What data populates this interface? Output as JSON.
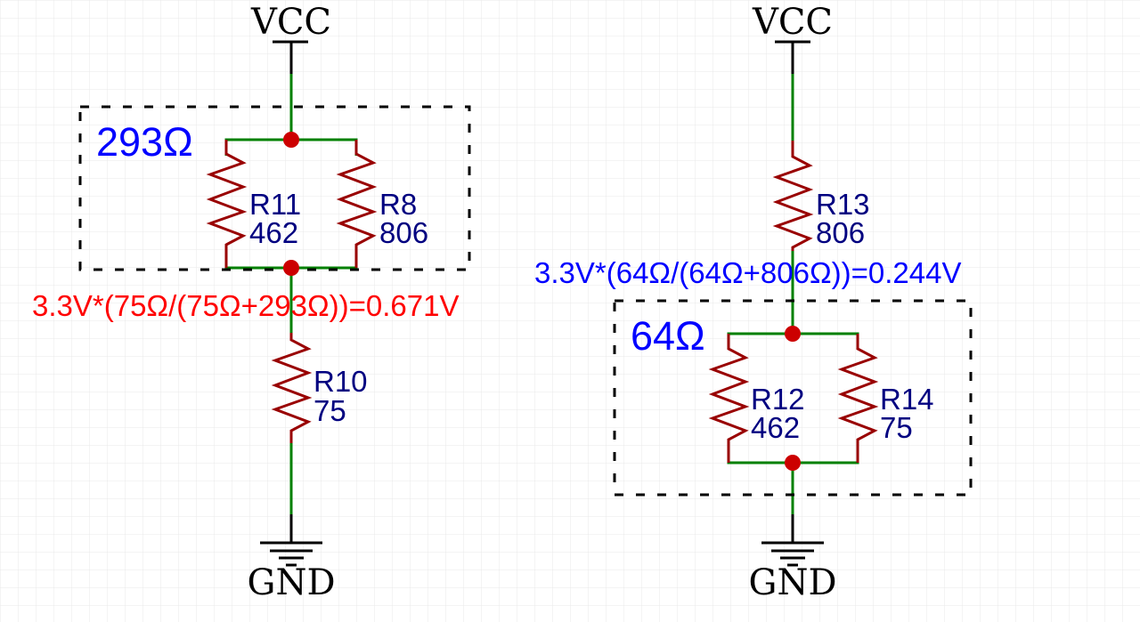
{
  "colors": {
    "grid": "#e8e8e8",
    "wire": "#008000",
    "resistor": "#990000",
    "junction": "#cc0000",
    "symbol": "#000000",
    "component_text": "#000080",
    "annotation_red": "#ff0000",
    "annotation_blue": "#0000ff"
  },
  "left_circuit": {
    "power_label": "VCC",
    "ground_label": "GND",
    "group_label": "293Ω",
    "divider_formula": "3.3V*(75Ω/(75Ω+293Ω))=0.671V",
    "resistors": [
      {
        "ref": "R11",
        "value": "462"
      },
      {
        "ref": "R8",
        "value": "806"
      },
      {
        "ref": "R10",
        "value": "75"
      }
    ]
  },
  "right_circuit": {
    "power_label": "VCC",
    "ground_label": "GND",
    "group_label": "64Ω",
    "divider_formula": "3.3V*(64Ω/(64Ω+806Ω))=0.244V",
    "resistors": [
      {
        "ref": "R13",
        "value": "806"
      },
      {
        "ref": "R12",
        "value": "462"
      },
      {
        "ref": "R14",
        "value": "75"
      }
    ]
  }
}
